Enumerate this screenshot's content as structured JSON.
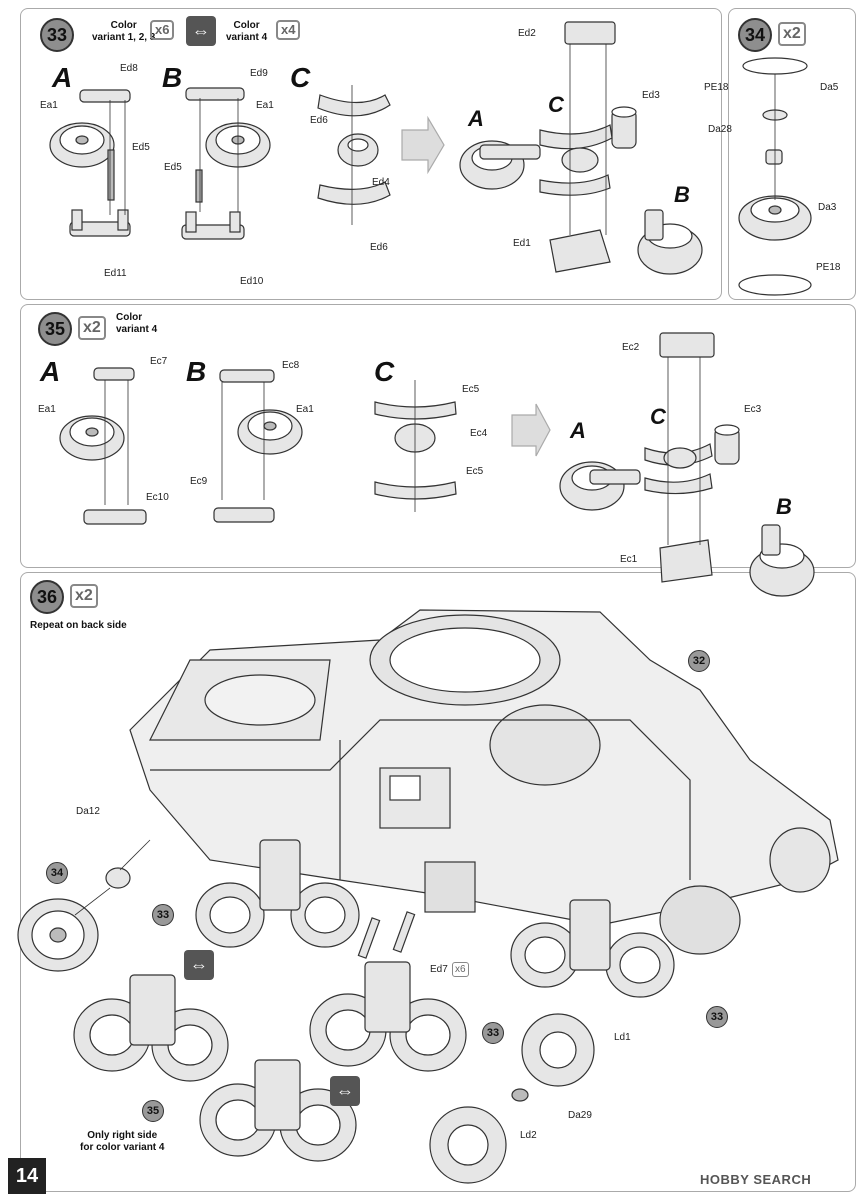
{
  "page": {
    "number": "14",
    "watermark": "HOBBY SEARCH"
  },
  "step33": {
    "number": "33",
    "color_label_1": "Color",
    "variant_label_1": "variant 1, 2, 3",
    "mult_1": "x6",
    "color_label_2": "Color",
    "variant_label_2": "variant 4",
    "mult_2": "x4",
    "sub_a": "A",
    "sub_b": "B",
    "sub_c": "C",
    "parts_a": [
      "Ed8",
      "Ea1",
      "Ed5",
      "Ed11"
    ],
    "parts_b": [
      "Ed9",
      "Ea1",
      "Ed5",
      "Ed10"
    ],
    "parts_c": [
      "Ed6",
      "Ed4",
      "Ed6"
    ],
    "parts_assembly": [
      "Ed2",
      "Ed3",
      "Ed1"
    ],
    "assembly_a": "A",
    "assembly_b": "B",
    "assembly_c": "C"
  },
  "step34": {
    "number": "34",
    "mult": "x2",
    "parts": [
      "PE18",
      "Da5",
      "Da28",
      "Da3",
      "PE18"
    ]
  },
  "step35": {
    "number": "35",
    "mult": "x2",
    "color_label": "Color",
    "variant_label": "variant 4",
    "sub_a": "A",
    "sub_b": "B",
    "sub_c": "C",
    "parts_a": [
      "Ec7",
      "Ea1",
      "Ec10"
    ],
    "parts_b": [
      "Ec8",
      "Ea1",
      "Ec9"
    ],
    "parts_c": [
      "Ec5",
      "Ec4",
      "Ec5"
    ],
    "parts_assembly": [
      "Ec2",
      "Ec3",
      "Ec1"
    ],
    "assembly_a": "A",
    "assembly_b": "B",
    "assembly_c": "C"
  },
  "step36": {
    "number": "36",
    "mult": "x2",
    "note": "Repeat on back side",
    "callouts": [
      "32",
      "34",
      "33",
      "33",
      "33",
      "33",
      "35"
    ],
    "parts": [
      "Da12",
      "Ed7",
      "x6",
      "Ld1",
      "Da29",
      "Ld2"
    ],
    "note_right_side_1": "Only right side",
    "note_right_side_2": "for color variant 4"
  },
  "icons": [
    "swap-icon",
    "glue-icon",
    "arrow-right-icon"
  ]
}
